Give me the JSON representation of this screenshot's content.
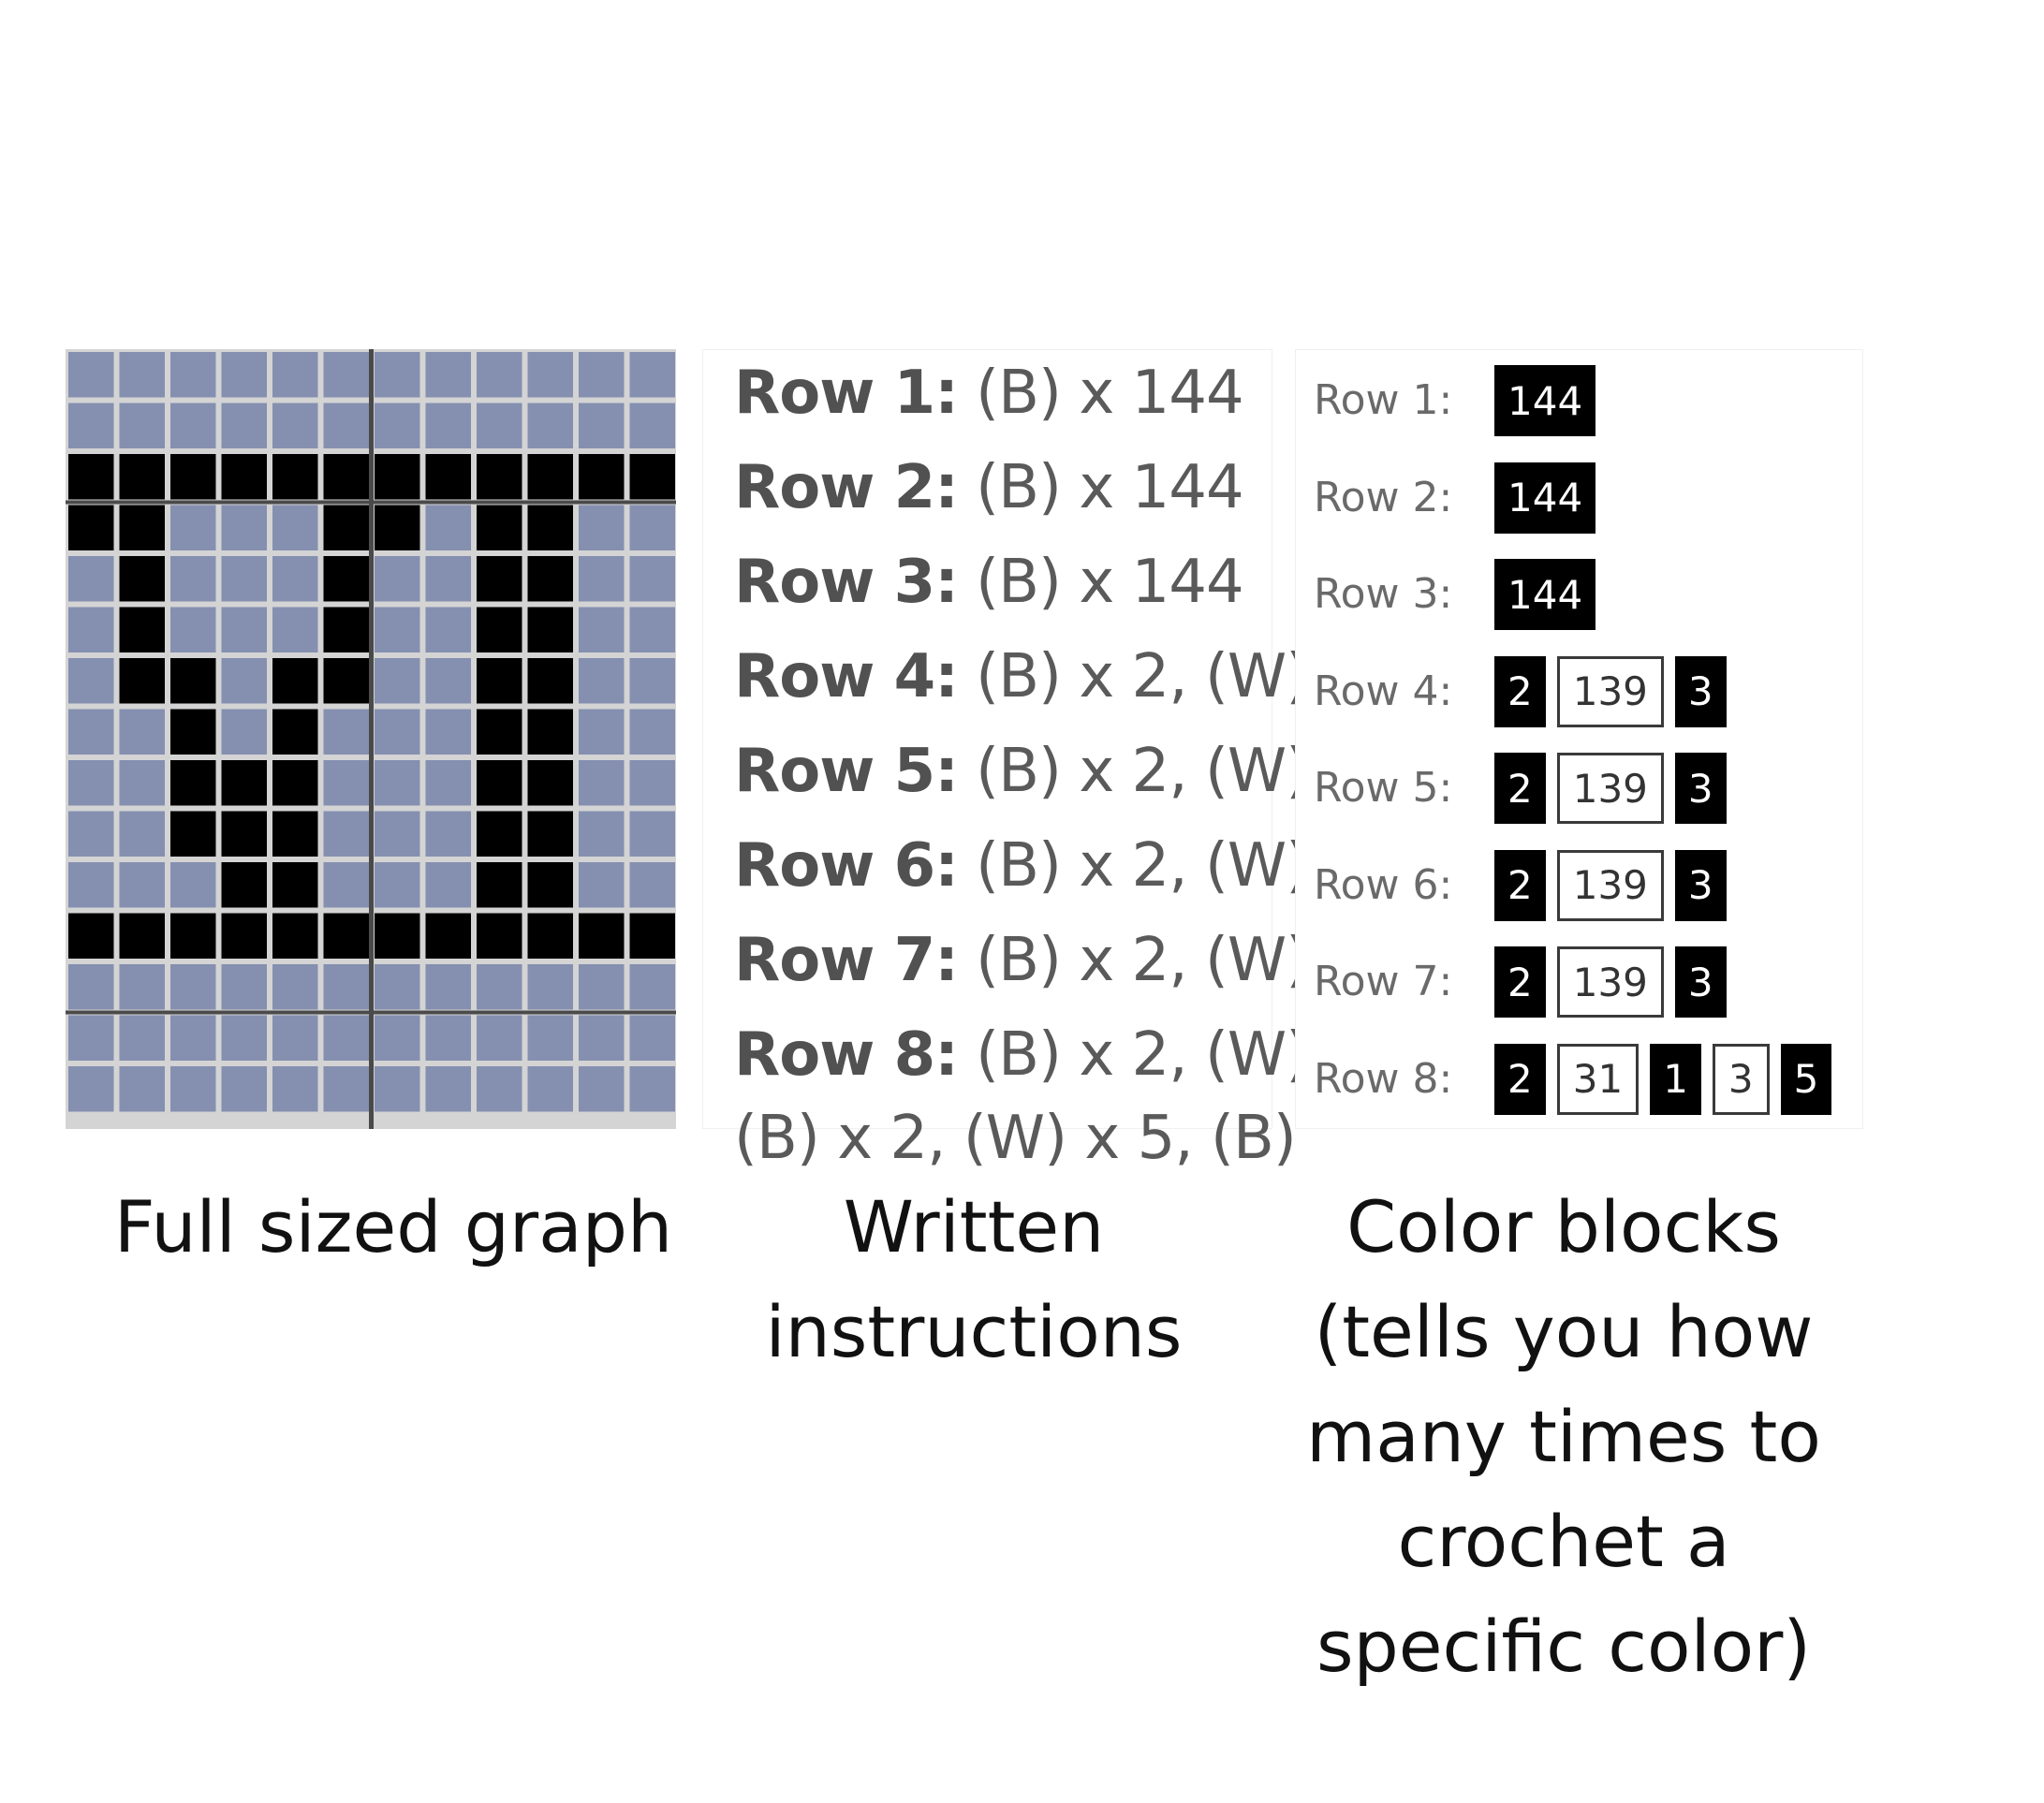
{
  "graph": {
    "cols": 12,
    "rows": 15,
    "filled_cells": [
      [
        2,
        0
      ],
      [
        2,
        1
      ],
      [
        2,
        2
      ],
      [
        2,
        3
      ],
      [
        2,
        4
      ],
      [
        2,
        5
      ],
      [
        2,
        6
      ],
      [
        2,
        7
      ],
      [
        2,
        8
      ],
      [
        2,
        9
      ],
      [
        2,
        10
      ],
      [
        2,
        11
      ],
      [
        3,
        0
      ],
      [
        3,
        1
      ],
      [
        3,
        5
      ],
      [
        3,
        6
      ],
      [
        3,
        8
      ],
      [
        3,
        9
      ],
      [
        4,
        1
      ],
      [
        4,
        5
      ],
      [
        4,
        8
      ],
      [
        4,
        9
      ],
      [
        5,
        1
      ],
      [
        5,
        5
      ],
      [
        5,
        8
      ],
      [
        5,
        9
      ],
      [
        6,
        1
      ],
      [
        6,
        2
      ],
      [
        6,
        4
      ],
      [
        6,
        5
      ],
      [
        6,
        8
      ],
      [
        6,
        9
      ],
      [
        7,
        2
      ],
      [
        7,
        4
      ],
      [
        7,
        8
      ],
      [
        7,
        9
      ],
      [
        8,
        2
      ],
      [
        8,
        3
      ],
      [
        8,
        4
      ],
      [
        8,
        8
      ],
      [
        8,
        9
      ],
      [
        9,
        2
      ],
      [
        9,
        3
      ],
      [
        9,
        4
      ],
      [
        9,
        8
      ],
      [
        9,
        9
      ],
      [
        10,
        3
      ],
      [
        10,
        4
      ],
      [
        10,
        8
      ],
      [
        10,
        9
      ],
      [
        11,
        0
      ],
      [
        11,
        1
      ],
      [
        11,
        2
      ],
      [
        11,
        3
      ],
      [
        11,
        4
      ],
      [
        11,
        5
      ],
      [
        11,
        6
      ],
      [
        11,
        7
      ],
      [
        11,
        8
      ],
      [
        11,
        9
      ],
      [
        11,
        10
      ],
      [
        11,
        11
      ]
    ],
    "colors": {
      "empty": "#8590b0",
      "filled": "#000000",
      "grid": "#d4d4d4",
      "major": "#4a4a4a"
    }
  },
  "written": {
    "rows": [
      {
        "label": "Row 1:",
        "text": "(B) x 144"
      },
      {
        "label": "Row 2:",
        "text": "(B) x 144"
      },
      {
        "label": "Row 3:",
        "text": "(B) x 144"
      },
      {
        "label": "Row 4:",
        "text": "(B) x 2, (W)"
      },
      {
        "label": "Row 5:",
        "text": "(B) x 2, (W)"
      },
      {
        "label": "Row 6:",
        "text": "(B) x 2, (W)"
      },
      {
        "label": "Row 7:",
        "text": "(B) x 2, (W)"
      },
      {
        "label": "Row 8:",
        "text": "(B) x 2, (W)"
      }
    ],
    "cut_line": "(B) x 2, (W) x 5, (B)"
  },
  "blocks": {
    "rows": [
      {
        "label": "Row 1:",
        "blocks": [
          {
            "v": "144",
            "c": "dark"
          }
        ]
      },
      {
        "label": "Row 2:",
        "blocks": [
          {
            "v": "144",
            "c": "dark"
          }
        ]
      },
      {
        "label": "Row 3:",
        "blocks": [
          {
            "v": "144",
            "c": "dark"
          }
        ]
      },
      {
        "label": "Row 4:",
        "blocks": [
          {
            "v": "2",
            "c": "dark"
          },
          {
            "v": "139",
            "c": "light"
          },
          {
            "v": "3",
            "c": "dark"
          }
        ]
      },
      {
        "label": "Row 5:",
        "blocks": [
          {
            "v": "2",
            "c": "dark"
          },
          {
            "v": "139",
            "c": "light"
          },
          {
            "v": "3",
            "c": "dark"
          }
        ]
      },
      {
        "label": "Row 6:",
        "blocks": [
          {
            "v": "2",
            "c": "dark"
          },
          {
            "v": "139",
            "c": "light"
          },
          {
            "v": "3",
            "c": "dark"
          }
        ]
      },
      {
        "label": "Row 7:",
        "blocks": [
          {
            "v": "2",
            "c": "dark"
          },
          {
            "v": "139",
            "c": "light"
          },
          {
            "v": "3",
            "c": "dark"
          }
        ]
      },
      {
        "label": "Row 8:",
        "blocks": [
          {
            "v": "2",
            "c": "dark"
          },
          {
            "v": "31",
            "c": "light"
          },
          {
            "v": "1",
            "c": "dark"
          },
          {
            "v": "3",
            "c": "light"
          },
          {
            "v": "5",
            "c": "dark"
          }
        ]
      }
    ]
  },
  "captions": {
    "graph": "Full sized graph",
    "written_line1": "Written",
    "written_line2": "instructions",
    "blocks_line1": "Color blocks",
    "blocks_line2": "(tells you how",
    "blocks_line3": "many times to",
    "blocks_line4": "crochet a",
    "blocks_line5": "specific color)"
  }
}
